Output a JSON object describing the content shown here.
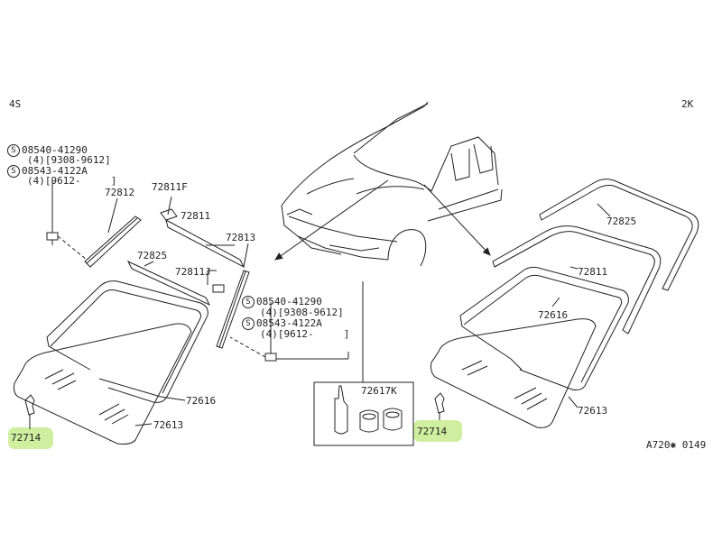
{
  "variants": {
    "left": "4S",
    "right": "2K"
  },
  "screws": [
    {
      "symbol": "S",
      "part": "08540-41290",
      "detail": "(4)[9308-9612]"
    },
    {
      "symbol": "S",
      "part": "08543-4122A",
      "detail": "(4)[9612-     ]"
    },
    {
      "symbol": "S",
      "part": "08540-41290",
      "detail": "(4)[9308-9612]"
    },
    {
      "symbol": "S",
      "part": "08543-4122A",
      "detail": "(4)[9612-     ]"
    }
  ],
  "parts": {
    "p72812": "72812",
    "p72811F": "72811F",
    "p72811_left": "72811",
    "p72813": "72813",
    "p72825_left": "72825",
    "p72811J": "72811J",
    "p72616_left": "72616",
    "p72613_left": "72613",
    "p72714_left": "72714",
    "p72617K": "72617K",
    "p72714_right": "72714",
    "p72825_right": "72825",
    "p72811_right": "72811",
    "p72616_right": "72616",
    "p72613_right": "72613"
  },
  "diagram_code": "A720✱ 0149",
  "colors": {
    "line": "#222222",
    "highlight": "#cfeea0",
    "background": "#ffffff"
  }
}
